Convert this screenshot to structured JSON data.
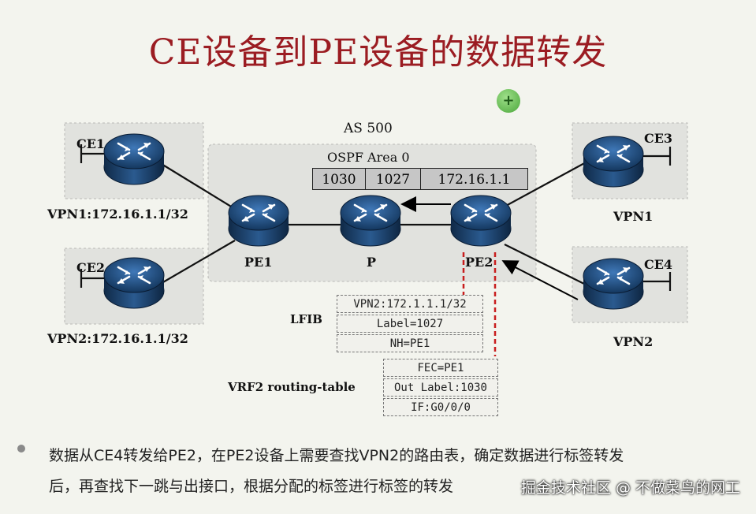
{
  "title": "CE设备到PE设备的数据转发",
  "add_button": "+",
  "as_label": "AS 500",
  "ospf_label": "OSPF Area 0",
  "label_stack": [
    "1030",
    "1027",
    "172.16.1.1"
  ],
  "devices": {
    "ce1": "CE1",
    "ce2": "CE2",
    "ce3": "CE3",
    "ce4": "CE4",
    "pe1": "PE1",
    "p": "P",
    "pe2": "PE2"
  },
  "vpn_labels": {
    "left_top": "VPN1:172.16.1.1/32",
    "left_bottom": "VPN2:172.16.1.1/32",
    "right_top": "VPN1",
    "right_bottom": "VPN2"
  },
  "lfib": {
    "title": "LFIB",
    "rows": [
      "VPN2:172.1.1.1/32",
      "Label=1027",
      "NH=PE1"
    ]
  },
  "vrf2": {
    "title": "VRF2 routing-table",
    "rows": [
      "FEC=PE1",
      "Out Label:1030",
      "IF:G0/0/0"
    ]
  },
  "description": {
    "line1": "数据从CE4转发给PE2，在PE2设备上需要查找VPN2的路由表，确定数据进行标签转发",
    "line2": "后，再查找下一跳与出接口，根据分配的标签进行标签的转发"
  },
  "watermark": "掘金技术社区 @ 不做菜鸟的网工"
}
